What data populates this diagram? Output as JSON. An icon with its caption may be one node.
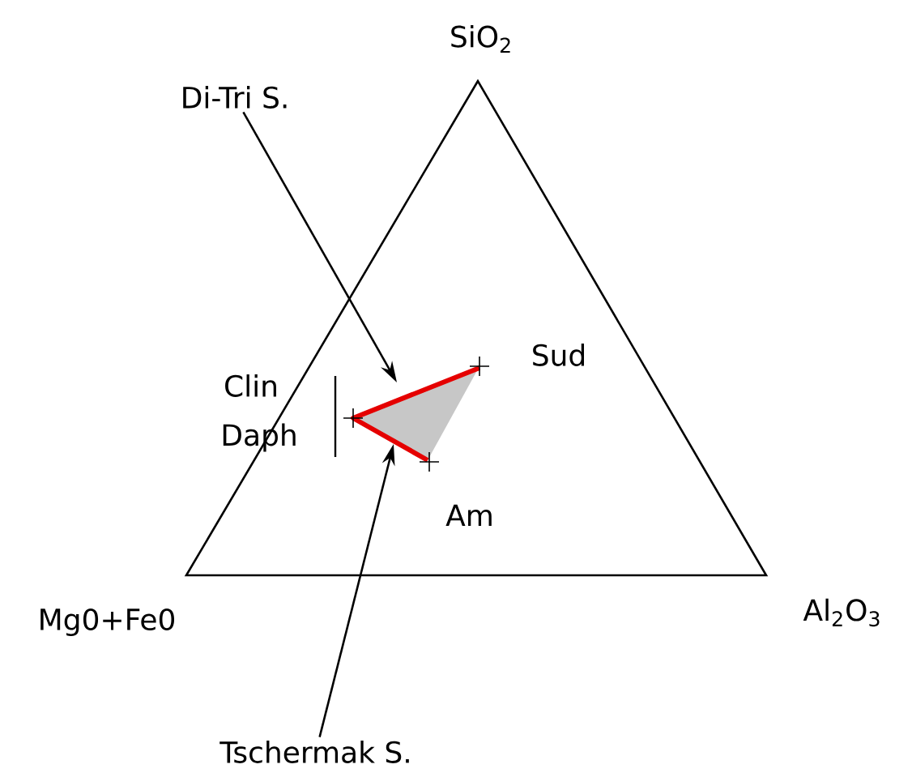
{
  "diagram": {
    "nodes": [
      {
        "text": [
          "Di-Tri S."
        ]
      },
      {
        "text": [
          "Tschermak S."
        ]
      }
    ],
    "edges": [
      {
        "from": 0,
        "to": null,
        "arrow": "to"
      },
      {
        "from": 1,
        "to": null,
        "arrow": "to"
      }
    ],
    "labels": [
      "SiO$_{2}$",
      "Sud",
      "Clin",
      "Daph",
      "Am",
      "Mg0+Fe0",
      "Al$_{2}$O$_{3}$"
    ]
  }
}
